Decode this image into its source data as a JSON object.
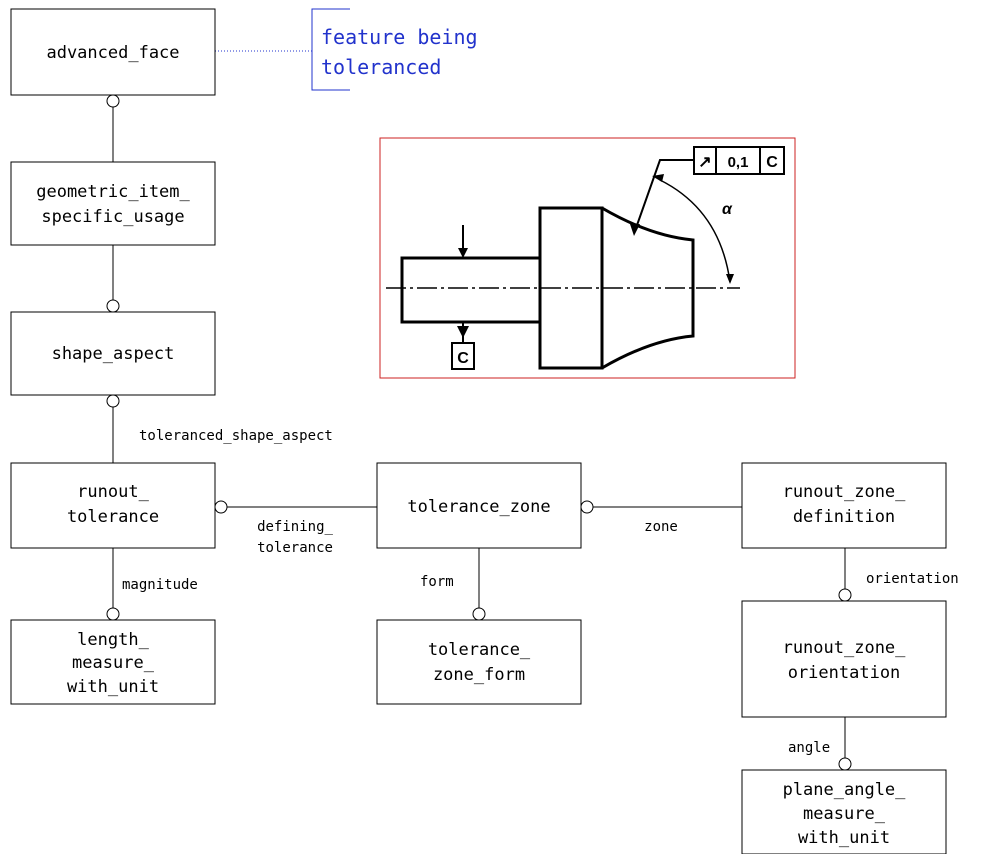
{
  "boxes": {
    "advanced_face": [
      "advanced_face"
    ],
    "gisu": [
      "geometric_item_",
      "specific_usage"
    ],
    "shape_aspect": [
      "shape_aspect"
    ],
    "runout_tolerance": [
      "runout_",
      "tolerance"
    ],
    "tolerance_zone": [
      "tolerance_zone"
    ],
    "runout_zone_definition": [
      "runout_zone_",
      "definition"
    ],
    "length_measure": [
      "length_",
      "measure_",
      "with_unit"
    ],
    "tolerance_zone_form": [
      "tolerance_",
      "zone_form"
    ],
    "runout_zone_orientation": [
      "runout_zone_",
      "orientation"
    ],
    "plane_angle_measure": [
      "plane_angle_",
      "measure_",
      "with_unit"
    ]
  },
  "relations": {
    "toleranced_shape_aspect": "toleranced_shape_aspect",
    "defining_tolerance": [
      "defining_",
      "tolerance"
    ],
    "zone": "zone",
    "magnitude": "magnitude",
    "form": "form",
    "orientation": "orientation",
    "angle": "angle"
  },
  "note": [
    "feature being",
    "toleranced"
  ],
  "drawing": {
    "frame_symbol": "↗",
    "frame_value": "0,1",
    "frame_datum": "C",
    "datum_label": "C",
    "angle_label": "α"
  },
  "colors": {
    "note": "#2233cc",
    "drawing_border": "#cc2222"
  }
}
